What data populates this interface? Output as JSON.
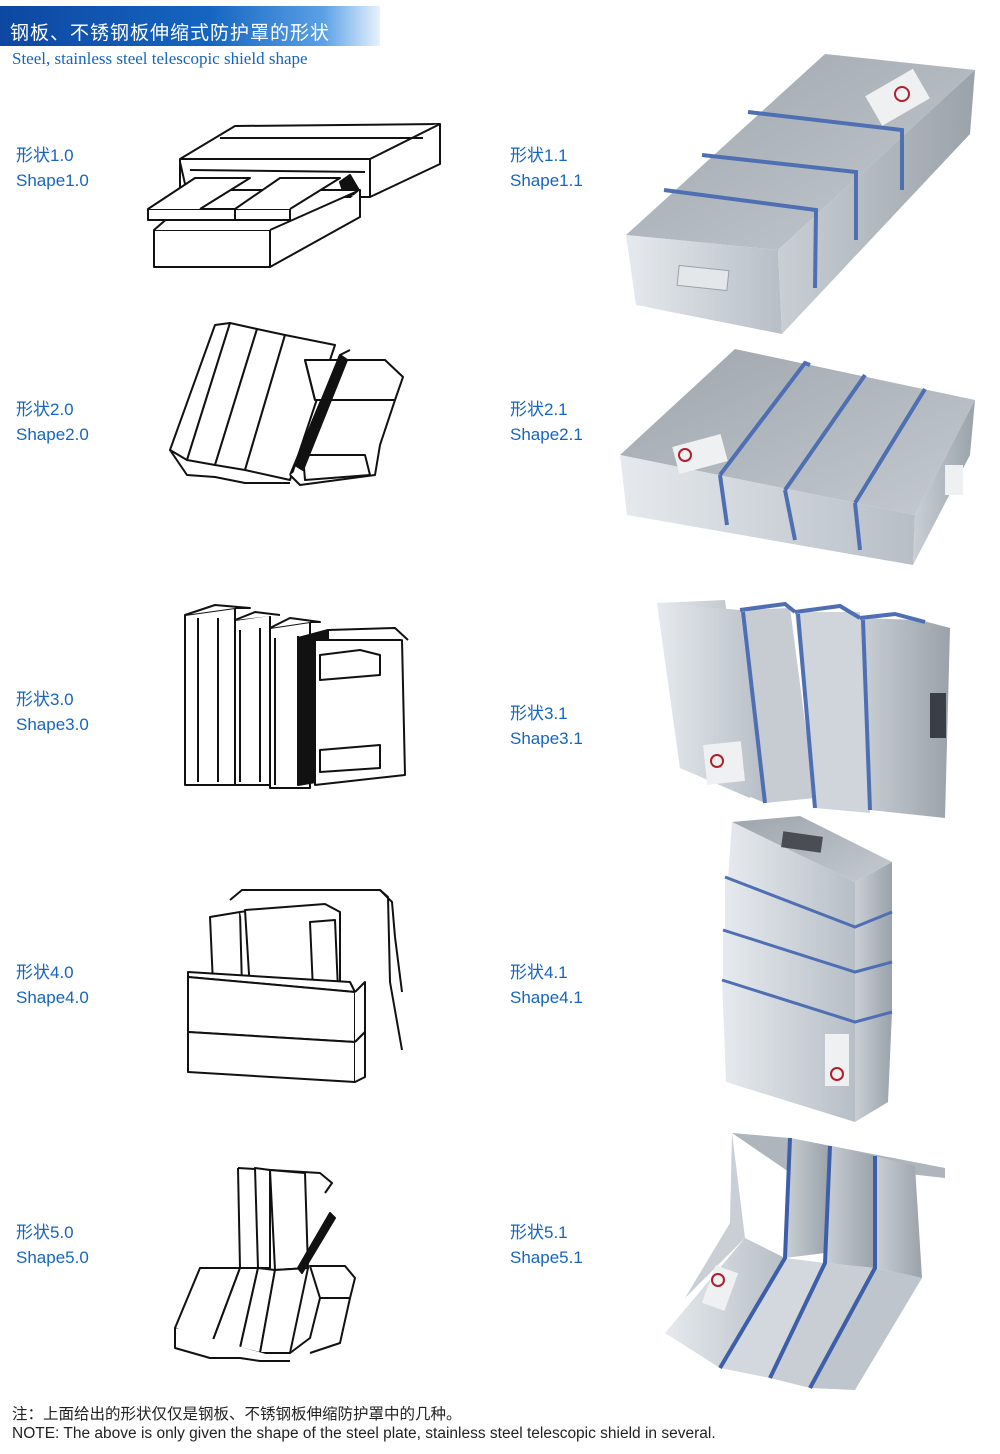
{
  "header": {
    "title_zh": "钢板、不锈钢板伸缩式防护罩的形状",
    "title_en": "Steel, stainless steel telescopic shield shape"
  },
  "shapes": [
    {
      "left_zh": "形状1.0",
      "left_en": "Shape1.0",
      "right_zh": "形状1.1",
      "right_en": "Shape1.1"
    },
    {
      "left_zh": "形状2.0",
      "left_en": "Shape2.0",
      "right_zh": "形状2.1",
      "right_en": "Shape2.1"
    },
    {
      "left_zh": "形状3.0",
      "left_en": "Shape3.0",
      "right_zh": "形状3.1",
      "right_en": "Shape3.1"
    },
    {
      "left_zh": "形状4.0",
      "left_en": "Shape4.0",
      "right_zh": "形状4.1",
      "right_en": "Shape4.1"
    },
    {
      "left_zh": "形状5.0",
      "left_en": "Shape5.0",
      "right_zh": "形状5.1",
      "right_en": "Shape5.1"
    }
  ],
  "note": {
    "zh": "注：上面给出的形状仅仅是钢板、不锈钢板伸缩防护罩中的几种。",
    "en": "NOTE: The above is only given the shape of the steel plate, stainless steel telescopic shield in several."
  },
  "colors": {
    "header_blue": "#0d47a1",
    "label_blue": "#1565c0",
    "steel": "#b9c0c8",
    "seam_blue": "#4f6fb3"
  }
}
